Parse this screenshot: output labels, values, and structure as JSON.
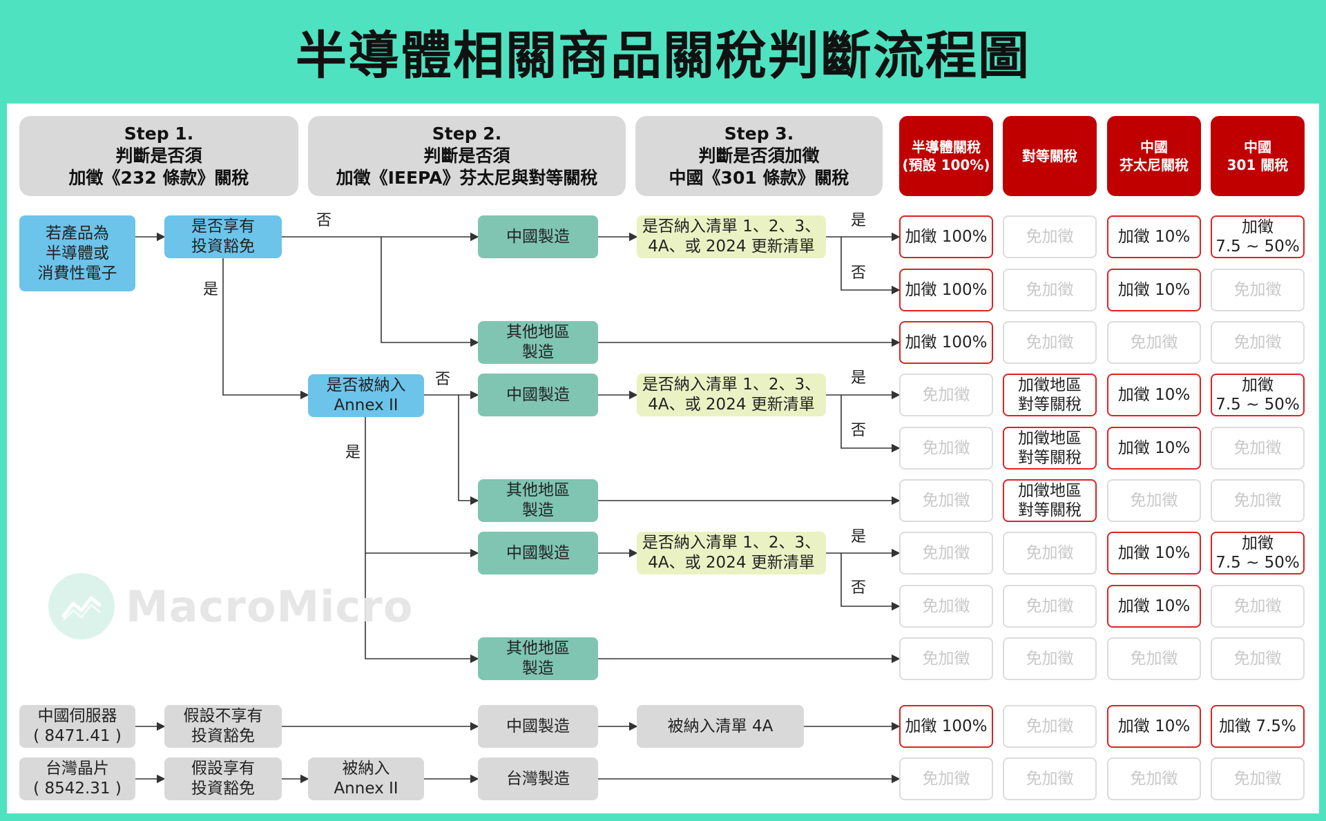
{
  "title": "半導體相關商品關稅判斷流程圖",
  "steps": [
    {
      "l1": "Step 1.",
      "l2": "判斷是否須",
      "l3": "加徵《232 條款》關稅"
    },
    {
      "l1": "Step 2.",
      "l2": "判斷是否須",
      "l3": "加徵《IEEPA》芬太尼與對等關稅"
    },
    {
      "l1": "Step 3.",
      "l2": "判斷是否須加徵",
      "l3": "中國《301 條款》關稅"
    }
  ],
  "tariff_headers": [
    {
      "l1": "半導體關稅",
      "l2": "(預設 100%)"
    },
    {
      "l1": "對等關稅",
      "l2": ""
    },
    {
      "l1": "中國",
      "l2": "芬太尼關稅"
    },
    {
      "l1": "中國",
      "l2": "301 關稅"
    }
  ],
  "nodes": {
    "start": [
      "若產品為",
      "半導體或",
      "消費性電子"
    ],
    "exemption_q": [
      "是否享有",
      "投資豁免"
    ],
    "annex_q": [
      "是否被納入",
      "Annex II"
    ],
    "china_made": "中國製造",
    "other_region": [
      "其他地區",
      "製造"
    ],
    "list_q": [
      "是否納入清單 1、2、3、",
      "4A、或 2024 更新清單"
    ],
    "case1_a": [
      "中國伺服器",
      "( 8471.41 )"
    ],
    "case1_b": [
      "假設不享有",
      "投資豁免"
    ],
    "case1_c": "中國製造",
    "case1_d": "被納入清單 4A",
    "case2_a": [
      "台灣晶片",
      "( 8542.31 )"
    ],
    "case2_b": [
      "假設享有",
      "投資豁免"
    ],
    "case2_c": [
      "被納入",
      "Annex II"
    ],
    "case2_d": "台灣製造"
  },
  "labels": {
    "yes": "是",
    "no": "否"
  },
  "result_rows": [
    [
      [
        "加徵 100%",
        1
      ],
      [
        "免加徵",
        0
      ],
      [
        "加徵 10%",
        1
      ],
      [
        "加徵|7.5 ~ 50%",
        1
      ]
    ],
    [
      [
        "加徵 100%",
        1
      ],
      [
        "免加徵",
        0
      ],
      [
        "加徵 10%",
        1
      ],
      [
        "免加徵",
        0
      ]
    ],
    [
      [
        "加徵 100%",
        1
      ],
      [
        "免加徵",
        0
      ],
      [
        "免加徵",
        0
      ],
      [
        "免加徵",
        0
      ]
    ],
    [
      [
        "免加徵",
        0
      ],
      [
        "加徵地區|對等關稅",
        1
      ],
      [
        "加徵 10%",
        1
      ],
      [
        "加徵|7.5 ~ 50%",
        1
      ]
    ],
    [
      [
        "免加徵",
        0
      ],
      [
        "加徵地區|對等關稅",
        1
      ],
      [
        "加徵 10%",
        1
      ],
      [
        "免加徵",
        0
      ]
    ],
    [
      [
        "免加徵",
        0
      ],
      [
        "加徵地區|對等關稅",
        1
      ],
      [
        "免加徵",
        0
      ],
      [
        "免加徵",
        0
      ]
    ],
    [
      [
        "免加徵",
        0
      ],
      [
        "免加徵",
        0
      ],
      [
        "加徵 10%",
        1
      ],
      [
        "加徵|7.5 ~ 50%",
        1
      ]
    ],
    [
      [
        "免加徵",
        0
      ],
      [
        "免加徵",
        0
      ],
      [
        "加徵 10%",
        1
      ],
      [
        "免加徵",
        0
      ]
    ],
    [
      [
        "免加徵",
        0
      ],
      [
        "免加徵",
        0
      ],
      [
        "免加徵",
        0
      ],
      [
        "免加徵",
        0
      ]
    ],
    [
      [
        "加徵 100%",
        1
      ],
      [
        "免加徵",
        0
      ],
      [
        "加徵 10%",
        1
      ],
      [
        "加徵 7.5%",
        1
      ]
    ],
    [
      [
        "免加徵",
        0
      ],
      [
        "免加徵",
        0
      ],
      [
        "免加徵",
        0
      ],
      [
        "免加徵",
        0
      ]
    ]
  ],
  "watermark": "MacroMicro",
  "colors": {
    "accent": "#4fe2c0",
    "red": "#c00000",
    "blue": "#6cc4ea",
    "green": "#7fc5b2",
    "yellow": "#eaf2c4"
  }
}
